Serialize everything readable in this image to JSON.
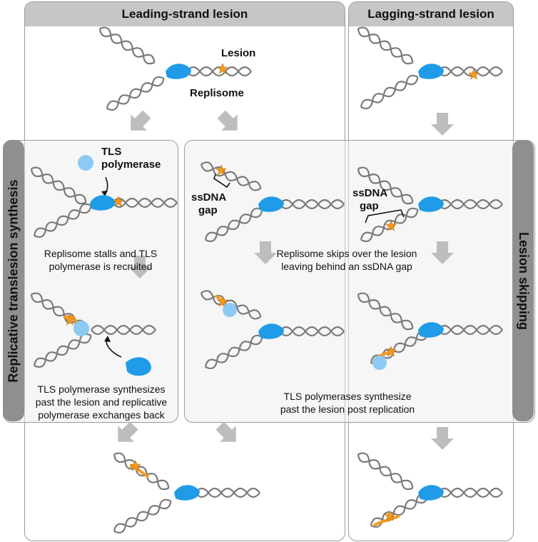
{
  "panels": {
    "leading_title": "Leading-strand lesion",
    "lagging_title": "Lagging-strand lesion"
  },
  "side_labels": {
    "left": "Replicative translesion synthesis",
    "right": "Lesion skipping"
  },
  "labels": {
    "lesion": "Lesion",
    "replisome": "Replisome",
    "tls_polymerase_line1": "TLS",
    "tls_polymerase_line2": "polymerase",
    "ssdna_gap_line1": "ssDNA",
    "ssdna_gap_line2": "gap"
  },
  "captions": {
    "stall_line1": "Replisome stalls and TLS",
    "stall_line2": "polymerase is recruited",
    "tls_exchange_line1": "TLS polymerase synthesizes",
    "tls_exchange_line2": "past the lesion and replicative",
    "tls_exchange_line3": "polymerase exchanges back",
    "skip_line1": "Replisome skips over the lesion",
    "skip_line2": "leaving behind an ssDNA gap",
    "post_line1": "TLS polymerases synthesize",
    "post_line2": "past the lesion post replication"
  },
  "colors": {
    "replisome": "#1f9be8",
    "tls_polymerase": "#8ccaf4",
    "lesion": "#f39a1e",
    "dna": "#7a7a7a",
    "arrow": "#bdbdbd",
    "panel_header": "#c6c6c6",
    "side_tab": "#8f8f8f"
  }
}
